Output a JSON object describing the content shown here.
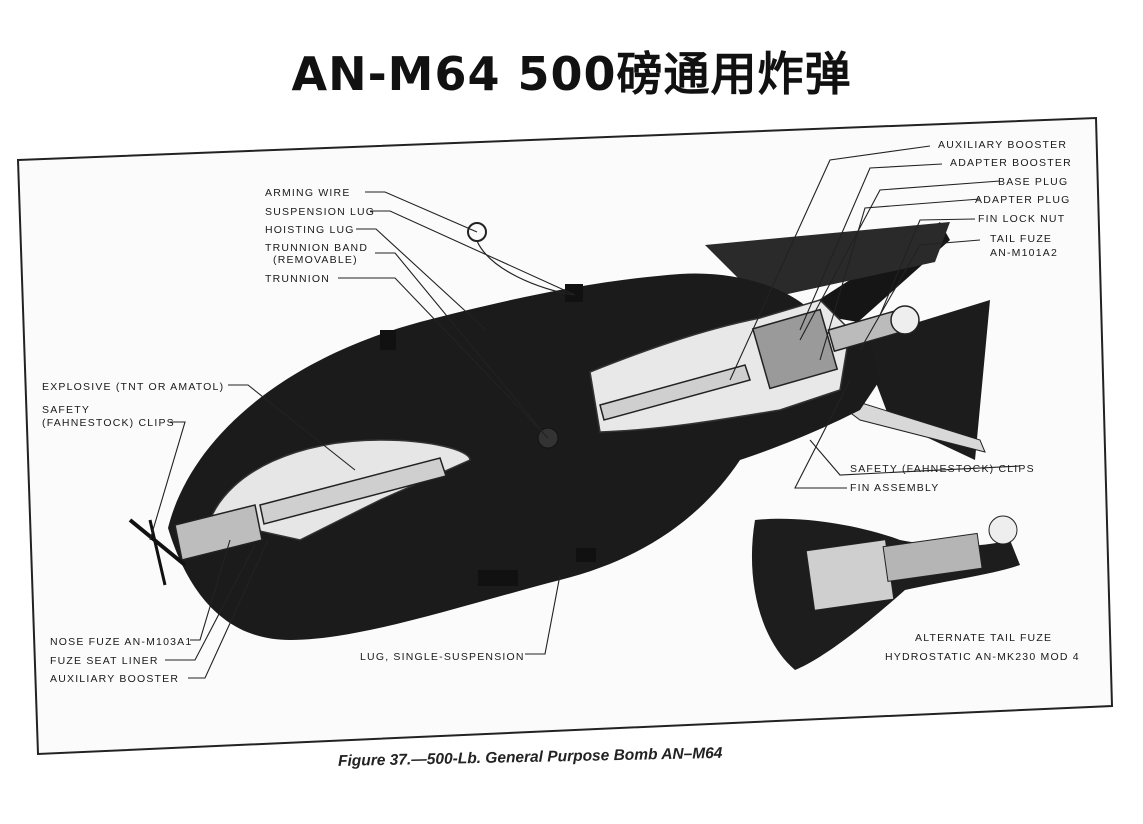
{
  "title": "AN-M64 500磅通用炸弹",
  "caption": "Figure 37.—500-Lb. General Purpose Bomb AN–M64",
  "labels": {
    "arming_wire": "ARMING WIRE",
    "suspension_lug": "SUSPENSION LUG",
    "hoisting_lug": "HOISTING LUG",
    "trunnion_band": "TRUNNION BAND",
    "removable": "(REMOVABLE)",
    "trunnion": "TRUNNION",
    "explosive": "EXPLOSIVE (TNT OR AMATOL)",
    "safety_1": "SAFETY",
    "safety_2": "(FAHNESTOCK) CLIPS",
    "nose_fuze": "NOSE FUZE AN-M103A1",
    "fuze_seat_liner": "FUZE SEAT LINER",
    "aux_booster_left": "AUXILIARY BOOSTER",
    "lug_single": "LUG, SINGLE-SUSPENSION",
    "aux_booster_right": "AUXILIARY BOOSTER",
    "adapter_booster": "ADAPTER BOOSTER",
    "base_plug": "BASE PLUG",
    "adapter_plug": "ADAPTER PLUG",
    "fin_lock_nut": "FIN LOCK NUT",
    "tail_fuze": "TAIL FUZE",
    "tail_fuze_model": "AN-M101A2",
    "safety_clips_right": "SAFETY (FAHNESTOCK) CLIPS",
    "fin_assembly": "FIN ASSEMBLY",
    "alt_tail_fuze": "ALTERNATE TAIL FUZE",
    "hydrostatic": "HYDROSTATIC AN-MK230 MOD 4"
  }
}
